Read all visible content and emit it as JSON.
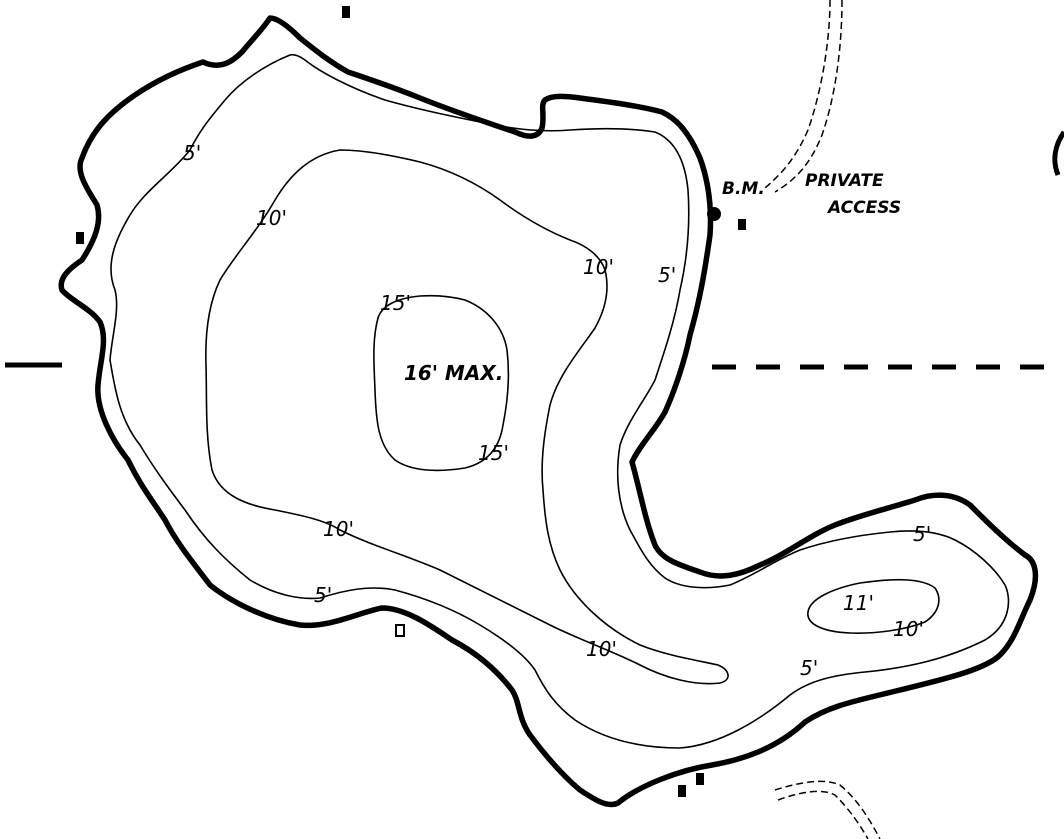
{
  "map": {
    "max_depth_label": "16' MAX.",
    "benchmark_label": "B.M.",
    "access_label_line1": "PRIVATE",
    "access_label_line2": "ACCESS",
    "contour_labels": {
      "c5_nw": "5'",
      "c5_ne": "5'",
      "c5_sw": "5'",
      "c5_se1": "5'",
      "c5_se2": "5'",
      "c10_nw": "10'",
      "c10_ne": "10'",
      "c10_sw": "10'",
      "c10_s": "10'",
      "c10_east": "10'",
      "c15_n": "15'",
      "c15_s": "15'",
      "c11_east": "11'"
    }
  }
}
